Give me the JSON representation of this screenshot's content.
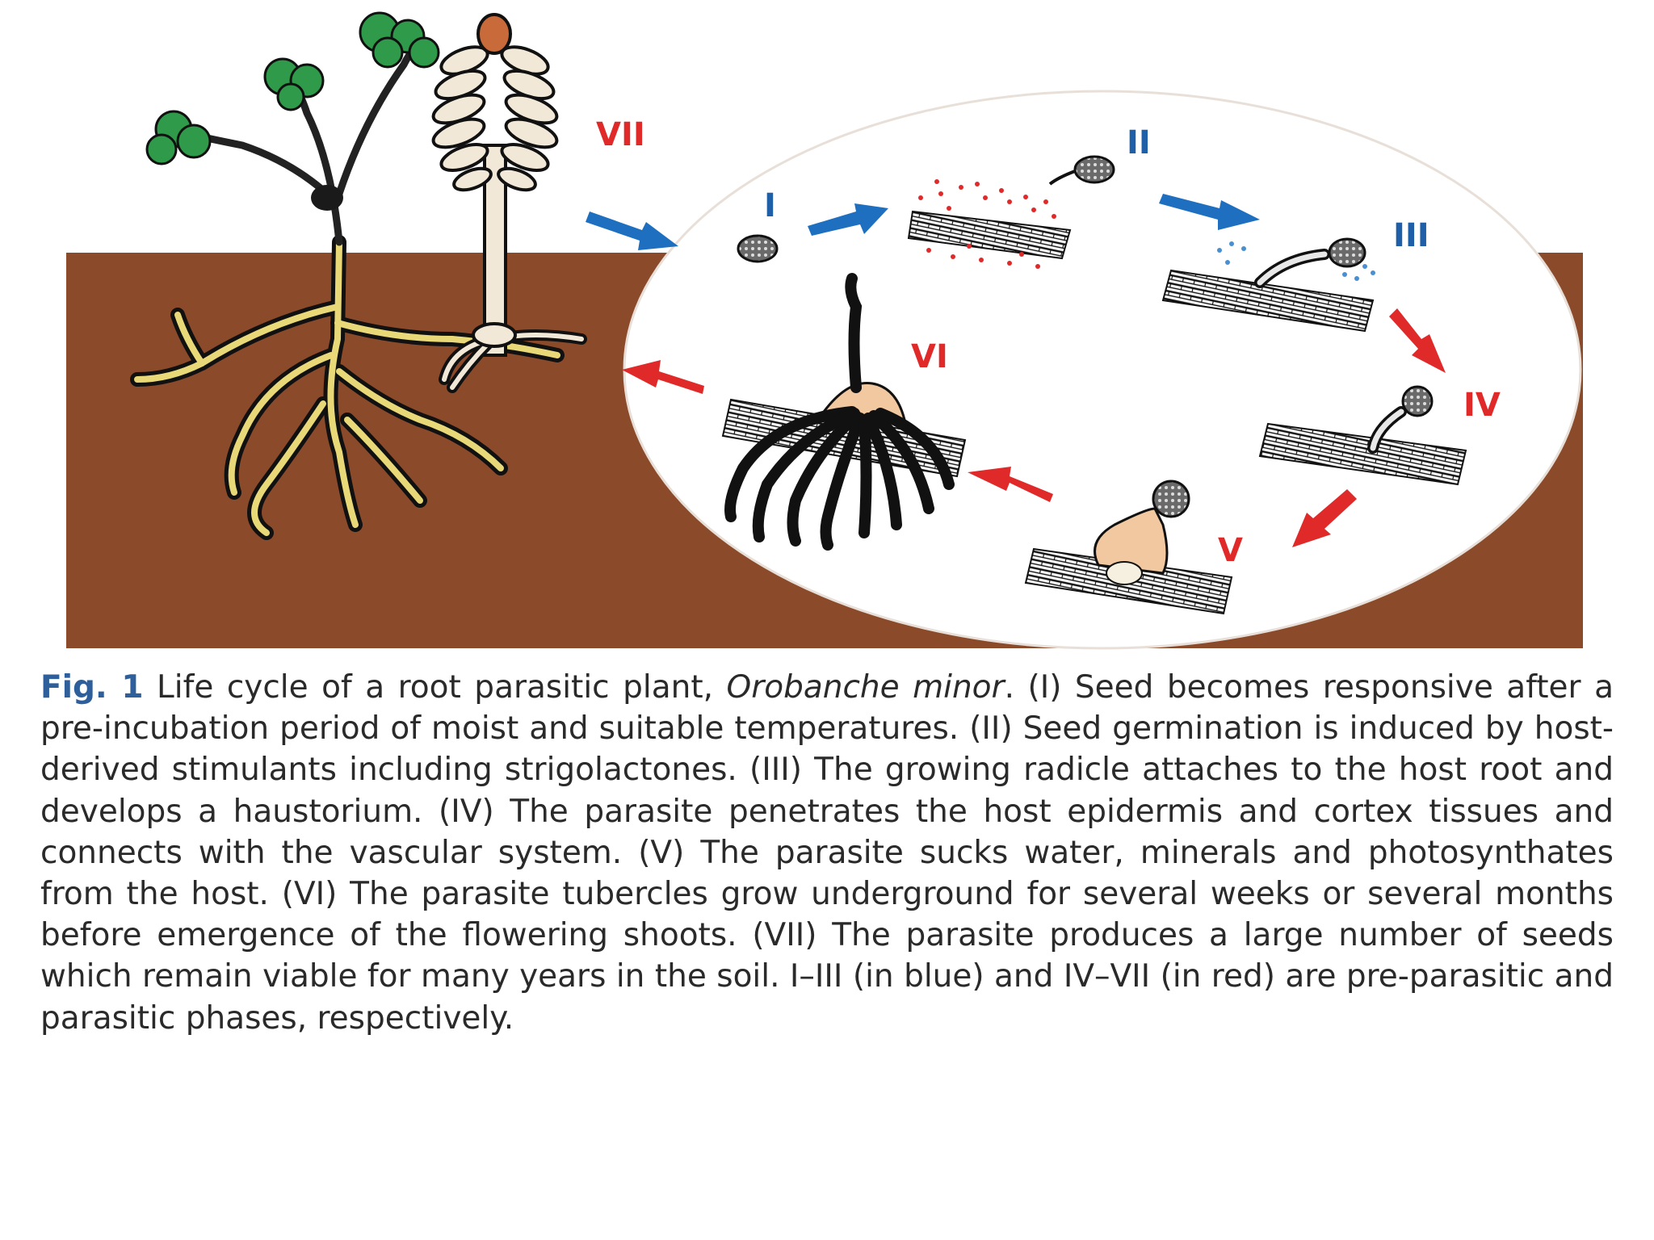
{
  "figure": {
    "stage_labels": [
      {
        "id": "I",
        "text": "I",
        "color": "#1f5fa8"
      },
      {
        "id": "II",
        "text": "II",
        "color": "#1f5fa8"
      },
      {
        "id": "III",
        "text": "III",
        "color": "#1f5fa8"
      },
      {
        "id": "IV",
        "text": "IV",
        "color": "#e02a2a"
      },
      {
        "id": "V",
        "text": "V",
        "color": "#e02a2a"
      },
      {
        "id": "VI",
        "text": "VI",
        "color": "#e02a2a"
      },
      {
        "id": "VII",
        "text": "VII",
        "color": "#e02a2a"
      }
    ],
    "colors": {
      "soil": "#8b4a2a",
      "pre_parasitic_arrow": "#1f6fc0",
      "parasitic_arrow": "#e02a2a",
      "host_leaf": "#2e9a4a",
      "host_root": "#e8d878",
      "host_stem": "#2a2a2a",
      "parasite_stem": "#f2e8d8",
      "seed": "#3a3a3a",
      "stimulant_dots": "#e02a2a",
      "water_dots": "#4a90d0",
      "tubercle": "#f2c8a0"
    }
  },
  "caption": {
    "fig_label": "Fig. 1",
    "text_before_species": " Life cycle of a root parasitic plant, ",
    "species": "Orobanche minor",
    "text_after_species": ". (I) Seed becomes responsive after a pre-incubation period of moist and suitable temperatures. (II) Seed germination is induced by host-derived stimulants including strigolactones. (III) The growing radicle attaches to the host root and develops a haustorium. (IV) The parasite penetrates the host epidermis and cortex tissues and connects with the vascular system. (V) The parasite sucks water, minerals and photosynthates from the host. (VI) The parasite tubercles grow underground for several weeks or several months before emergence of the flowering shoots. (VII) The parasite produces a large number of seeds which remain viable for many years in the soil. I–III (in blue) and IV–VII (in red) are pre-parasitic and parasitic phases, respectively."
  }
}
